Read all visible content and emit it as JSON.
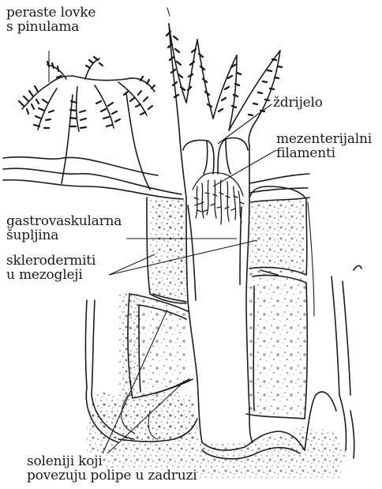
{
  "figure": {
    "labels": {
      "tentacles": [
        "peraste lovke",
        "s pinulama"
      ],
      "pharynx": [
        "ždrijelo"
      ],
      "filaments": [
        "mezenterijalni",
        "filamenti"
      ],
      "cavity": [
        "gastrovaskularna",
        "šupljina"
      ],
      "sclerites": [
        "sklerodermiti",
        "u mezogleji"
      ],
      "solenia": [
        "soleniji koji",
        "povezuju polipe u zadruzi"
      ]
    }
  }
}
